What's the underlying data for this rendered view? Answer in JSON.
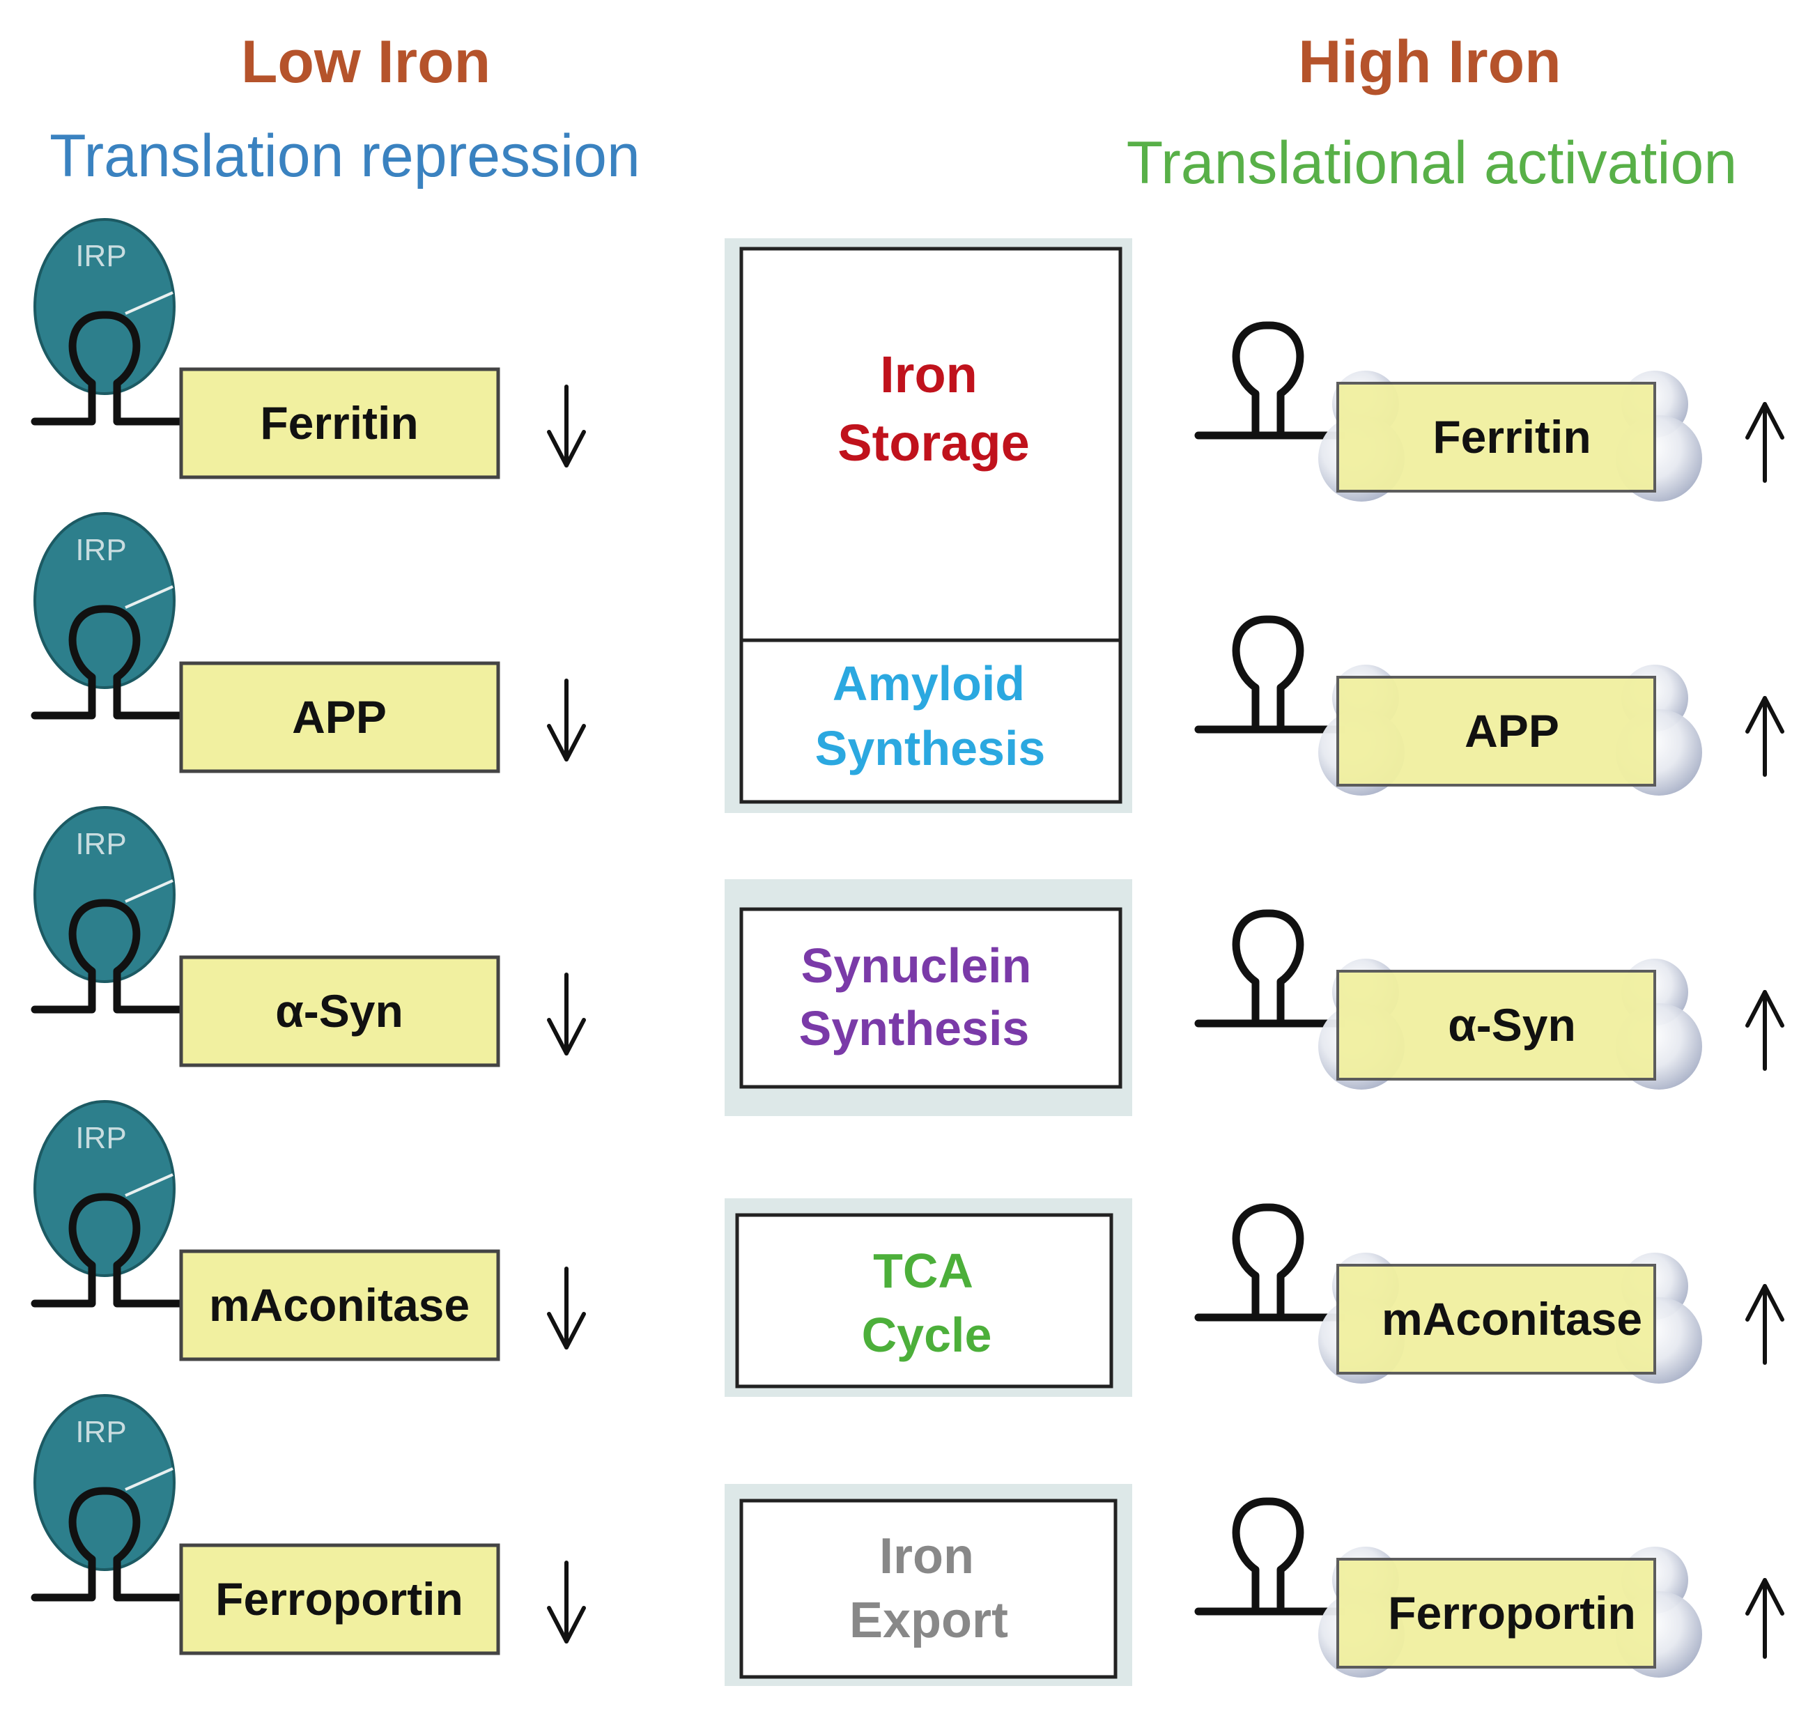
{
  "header": {
    "low_iron": "Low Iron",
    "low_iron_sub": "Translation repression",
    "high_iron": "High Iron",
    "high_iron_sub": "Translational activation"
  },
  "irp_label": "IRP",
  "colors": {
    "header_title": "#b5532b",
    "repression": "#3a82c0",
    "activation": "#58b048",
    "irp_fill": "#2d7f8c",
    "gene_box": "#f1f0a0",
    "panel_bg": "#dde8e8",
    "iron_storage": "#c0121c",
    "amyloid": "#2ba8e0",
    "synuclein": "#7a3aa8",
    "tca": "#4caf3a",
    "iron_export": "#888888"
  },
  "genes": [
    {
      "label": "Ferritin",
      "low_arrow": "↓",
      "high_arrow": "↑"
    },
    {
      "label": "APP",
      "low_arrow": "↓",
      "high_arrow": "↑"
    },
    {
      "label": "α-Syn",
      "low_arrow": "↓",
      "high_arrow": "↑"
    },
    {
      "label": "mAconitase",
      "low_arrow": "↓",
      "high_arrow": "↑"
    },
    {
      "label": "Ferroportin",
      "low_arrow": "↓",
      "high_arrow": "↑"
    }
  ],
  "processes": {
    "iron_storage": [
      "Iron",
      "Storage"
    ],
    "amyloid": [
      "Amyloid",
      "Synthesis"
    ],
    "synuclein": [
      "Synuclein",
      "Synthesis"
    ],
    "tca": [
      "TCA",
      "Cycle"
    ],
    "iron_export": [
      "Iron",
      "Export"
    ]
  }
}
